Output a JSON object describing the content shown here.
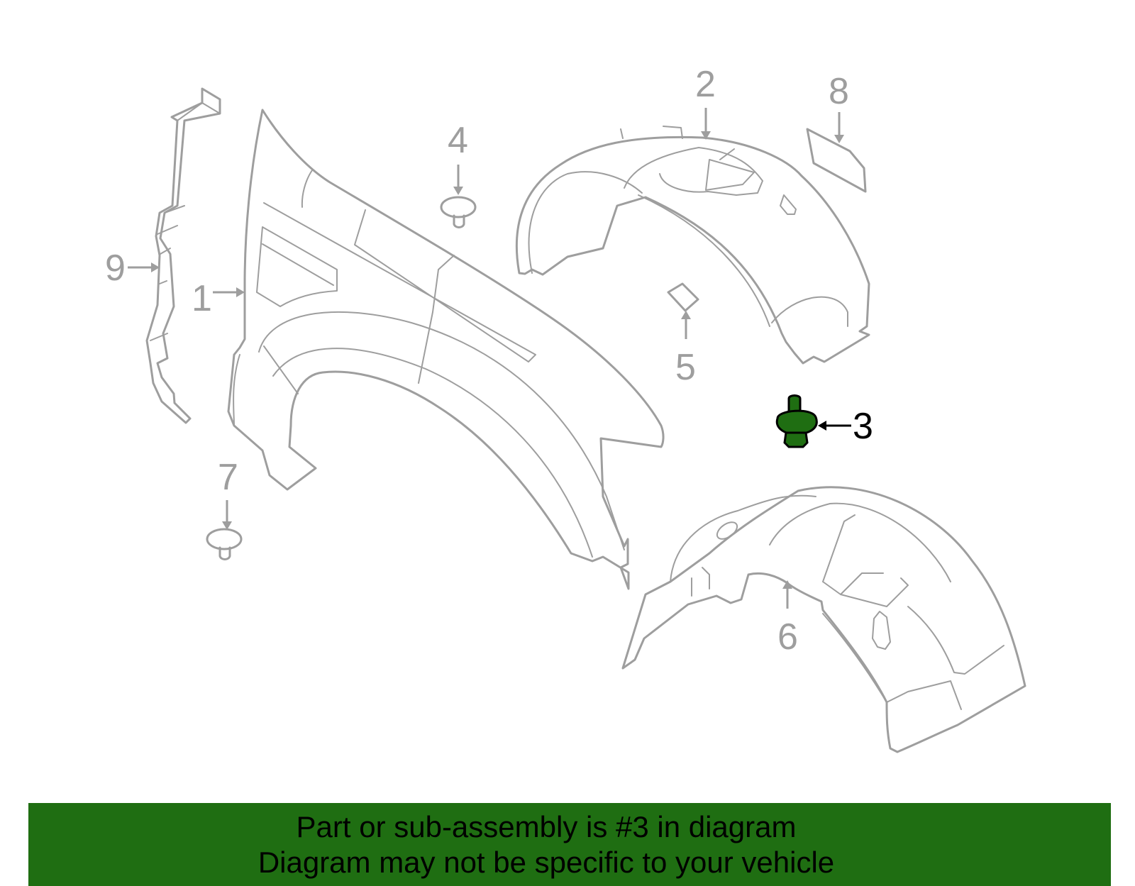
{
  "diagram": {
    "callouts": [
      {
        "id": "1",
        "label": "1"
      },
      {
        "id": "2",
        "label": "2"
      },
      {
        "id": "3",
        "label": "3",
        "highlighted": true
      },
      {
        "id": "4",
        "label": "4"
      },
      {
        "id": "5",
        "label": "5"
      },
      {
        "id": "6",
        "label": "6"
      },
      {
        "id": "7",
        "label": "7"
      },
      {
        "id": "8",
        "label": "8"
      },
      {
        "id": "9",
        "label": "9"
      }
    ],
    "colors": {
      "part_outline": "#9e9e9e",
      "highlight_fill": "#1f6e12",
      "highlight_stroke": "#000000",
      "active_label": "#000000"
    }
  },
  "banner": {
    "line1": "Part or sub-assembly is #3 in diagram",
    "line2": "Diagram may not be specific to your vehicle",
    "background": "#1f6e12"
  }
}
